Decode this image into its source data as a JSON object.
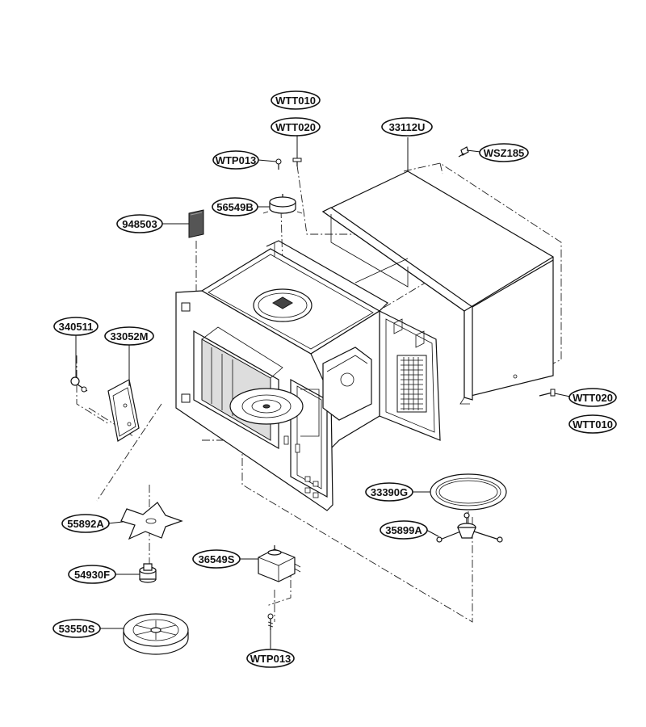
{
  "labels": [
    {
      "id": "wtt010-top",
      "text": "WTT010"
    },
    {
      "id": "wtt020-top",
      "text": "WTT020"
    },
    {
      "id": "wtp013-top",
      "text": "WTP013"
    },
    {
      "id": "33112u",
      "text": "33112U"
    },
    {
      "id": "wsz185",
      "text": "WSZ185"
    },
    {
      "id": "56549b",
      "text": "56549B"
    },
    {
      "id": "948503",
      "text": "948503"
    },
    {
      "id": "340511",
      "text": "340511"
    },
    {
      "id": "33052m",
      "text": "33052M"
    },
    {
      "id": "wtt020-right",
      "text": "WTT020"
    },
    {
      "id": "wtt010-right",
      "text": "WTT010"
    },
    {
      "id": "33390g",
      "text": "33390G"
    },
    {
      "id": "35899a",
      "text": "35899A"
    },
    {
      "id": "55892a",
      "text": "55892A"
    },
    {
      "id": "36549s",
      "text": "36549S"
    },
    {
      "id": "54930f",
      "text": "54930F"
    },
    {
      "id": "53550s",
      "text": "53550S"
    },
    {
      "id": "wtp013-bottom",
      "text": "WTP013"
    }
  ]
}
